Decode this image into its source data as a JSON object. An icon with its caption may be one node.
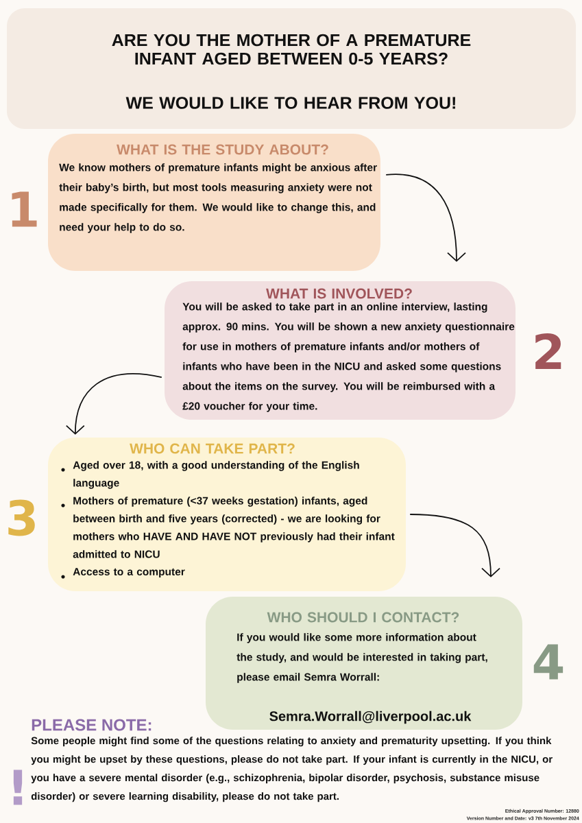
{
  "diagram": {
    "nodes": [
      {
        "text": [
          "ARE YOU THE MOTHER OF A PREMATURE INFANT AGED BETWEEN 0-5 YEARS?",
          "WE WOULD LIKE TO HEAR FROM YOU!"
        ]
      },
      {
        "text": [
          "WHAT IS THE STUDY ABOUT?",
          "We know mothers of premature infants might be anxious after their baby’s birth, but most tools measuring anxiety were not made specifically for them. We would like to change this, and need your help to do so."
        ],
        "beside": [
          "1"
        ]
      },
      {
        "text": [
          "WHAT IS INVOLVED?",
          "You will be asked to take part in an online interview, lasting approx. 90 mins. You will be shown a new anxiety questionnaire for use in mothers of premature infants and/or mothers of infants who have been in the NICU and asked some questions about the items on the survey. You will be reimbursed with a £20 voucher for your time."
        ],
        "beside": [
          "2"
        ]
      },
      {
        "text": [
          "WHO CAN TAKE PART?",
          "Aged over 18, with a good understanding of the English language",
          "Mothers of premature (<37 weeks gestation) infants, aged between birth and five years (corrected) - we are looking for mothers who HAVE AND HAVE NOT previously had their infant admitted to NICU",
          "Access to a computer"
        ],
        "beside": [
          "3"
        ]
      },
      {
        "text": [
          "WHO SHOULD I CONTACT?",
          "If you would like some more information about the study, and would be interested in taking part, please email Semra Worrall:",
          "Semra.Worrall@liverpool.ac.uk"
        ],
        "beside": [
          "4"
        ]
      }
    ],
    "edges": [
      {
        "from": 1,
        "to": 2,
        "arrow": "to"
      },
      {
        "from": 2,
        "to": 3,
        "arrow": "to"
      },
      {
        "from": 3,
        "to": 4,
        "arrow": "to"
      }
    ],
    "labels": [
      "PLEASE NOTE:",
      "!",
      "Some people might find some of the questions relating to anxiety and prematurity upsetting. If you think you might be upset by these questions, please do not take part. If your infant is currently in the NICU, or you have a severe mental disorder (e.g., schizophrenia, bipolar disorder, psychosis, substance misuse disorder) or severe learning disability, please do not take part.",
      "Ethical Approval Number: 12880",
      "Version Number and Date: v3 7th November 2024"
    ]
  }
}
